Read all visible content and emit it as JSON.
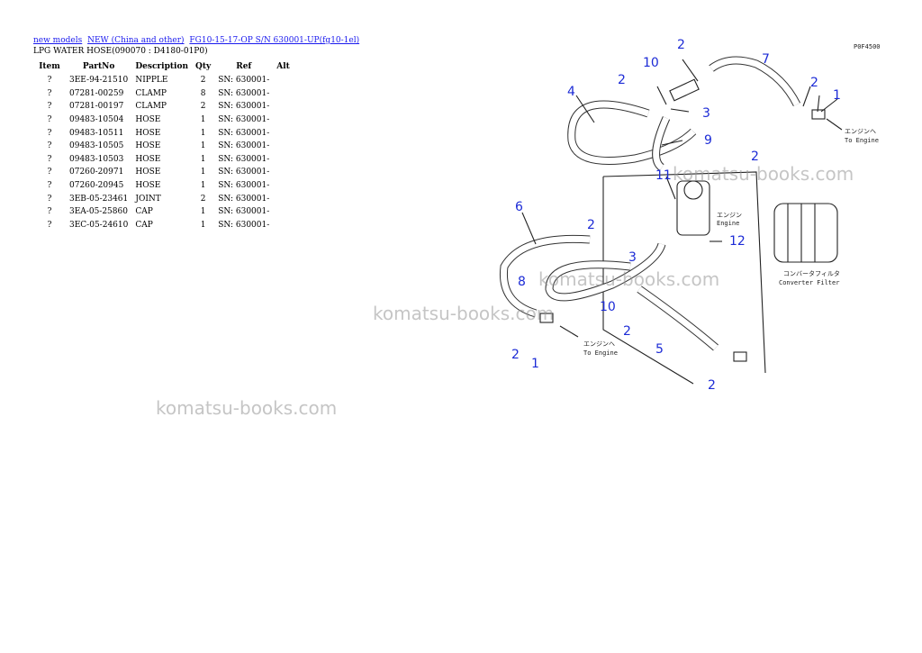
{
  "breadcrumb": [
    {
      "label": "new models"
    },
    {
      "label": "NEW (China and other)"
    },
    {
      "label": "FG10-15-17-OP S/N 630001-UP(fg10-1el)"
    }
  ],
  "section_title": "LPG WATER HOSE(090070 : D4180-01P0)",
  "table": {
    "headers": [
      "Item",
      "PartNo",
      "Description",
      "Qty",
      "Ref",
      "Alt"
    ],
    "rows": [
      {
        "item": "?",
        "partno": "3EE-94-21510",
        "desc": "NIPPLE",
        "qty": "2",
        "ref": "SN: 630001-",
        "alt": ""
      },
      {
        "item": "?",
        "partno": "07281-00259",
        "desc": "CLAMP",
        "qty": "8",
        "ref": "SN: 630001-",
        "alt": ""
      },
      {
        "item": "?",
        "partno": "07281-00197",
        "desc": "CLAMP",
        "qty": "2",
        "ref": "SN: 630001-",
        "alt": ""
      },
      {
        "item": "?",
        "partno": "09483-10504",
        "desc": "HOSE",
        "qty": "1",
        "ref": "SN: 630001-",
        "alt": ""
      },
      {
        "item": "?",
        "partno": "09483-10511",
        "desc": "HOSE",
        "qty": "1",
        "ref": "SN: 630001-",
        "alt": ""
      },
      {
        "item": "?",
        "partno": "09483-10505",
        "desc": "HOSE",
        "qty": "1",
        "ref": "SN: 630001-",
        "alt": ""
      },
      {
        "item": "?",
        "partno": "09483-10503",
        "desc": "HOSE",
        "qty": "1",
        "ref": "SN: 630001-",
        "alt": ""
      },
      {
        "item": "?",
        "partno": "07260-20971",
        "desc": "HOSE",
        "qty": "1",
        "ref": "SN: 630001-",
        "alt": ""
      },
      {
        "item": "?",
        "partno": "07260-20945",
        "desc": "HOSE",
        "qty": "1",
        "ref": "SN: 630001-",
        "alt": ""
      },
      {
        "item": "?",
        "partno": "3EB-05-23461",
        "desc": "JOINT",
        "qty": "2",
        "ref": "SN: 630001-",
        "alt": ""
      },
      {
        "item": "?",
        "partno": "3EA-05-25860",
        "desc": "CAP",
        "qty": "1",
        "ref": "SN: 630001-",
        "alt": ""
      },
      {
        "item": "?",
        "partno": "3EC-05-24610",
        "desc": "CAP",
        "qty": "1",
        "ref": "SN: 630001-",
        "alt": ""
      }
    ]
  },
  "diagram": {
    "code": "P0F4500",
    "callouts": [
      "1",
      "1",
      "2",
      "2",
      "2",
      "2",
      "2",
      "2",
      "2",
      "3",
      "3",
      "4",
      "5",
      "6",
      "7",
      "8",
      "9",
      "10",
      "10",
      "11",
      "12"
    ],
    "labels": {
      "to_engine_jp_1": "エンジンへ",
      "to_engine_1": "To Engine",
      "engine_jp": "エンジン",
      "engine": "Engine",
      "converter_jp": "コンバータフィルタ",
      "converter": "Converter Filter",
      "to_engine_jp_2": "エンジンへ",
      "to_engine_2": "To Engine"
    }
  },
  "watermark": "komatsu-books.com",
  "colors": {
    "link": "#1a1aee",
    "callout": "#1c2bd6",
    "watermark": "#969696"
  }
}
